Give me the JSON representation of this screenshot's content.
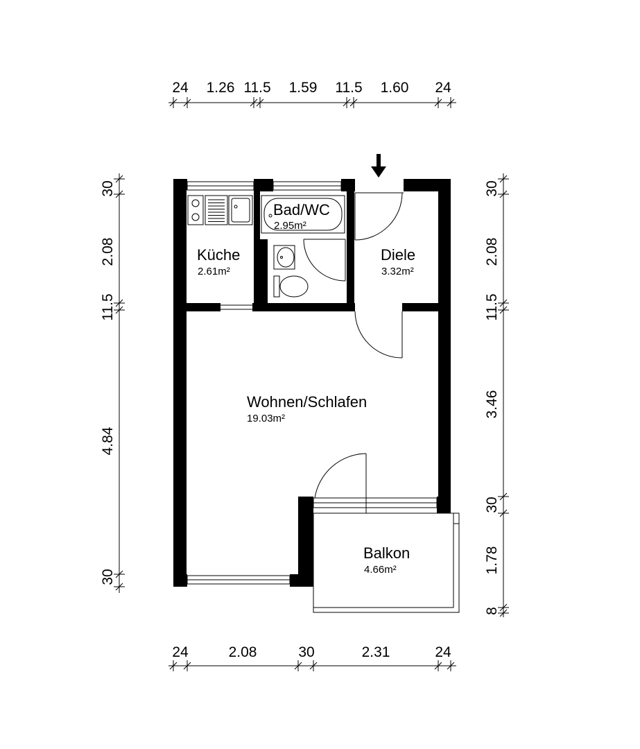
{
  "plan": {
    "dims_top": [
      "24",
      "1.26",
      "11.5",
      "1.59",
      "11.5",
      "1.60",
      "24"
    ],
    "dims_bottom": [
      "24",
      "2.08",
      "30",
      "2.31",
      "24"
    ],
    "dims_left": [
      "30",
      "2.08",
      "11.5",
      "4.84",
      "30"
    ],
    "dims_right": [
      "30",
      "2.08",
      "11.5",
      "3.46",
      "30",
      "1.78",
      "8"
    ],
    "rooms": {
      "kueche": {
        "name": "Küche",
        "area": "2.61m²"
      },
      "bad": {
        "name": "Bad/WC",
        "area": "2.95m²"
      },
      "diele": {
        "name": "Diele",
        "area": "3.32m²"
      },
      "wohnen": {
        "name": "Wohnen/Schlafen",
        "area": "19.03m²"
      },
      "balkon": {
        "name": "Balkon",
        "area": "4.66m²"
      }
    }
  }
}
